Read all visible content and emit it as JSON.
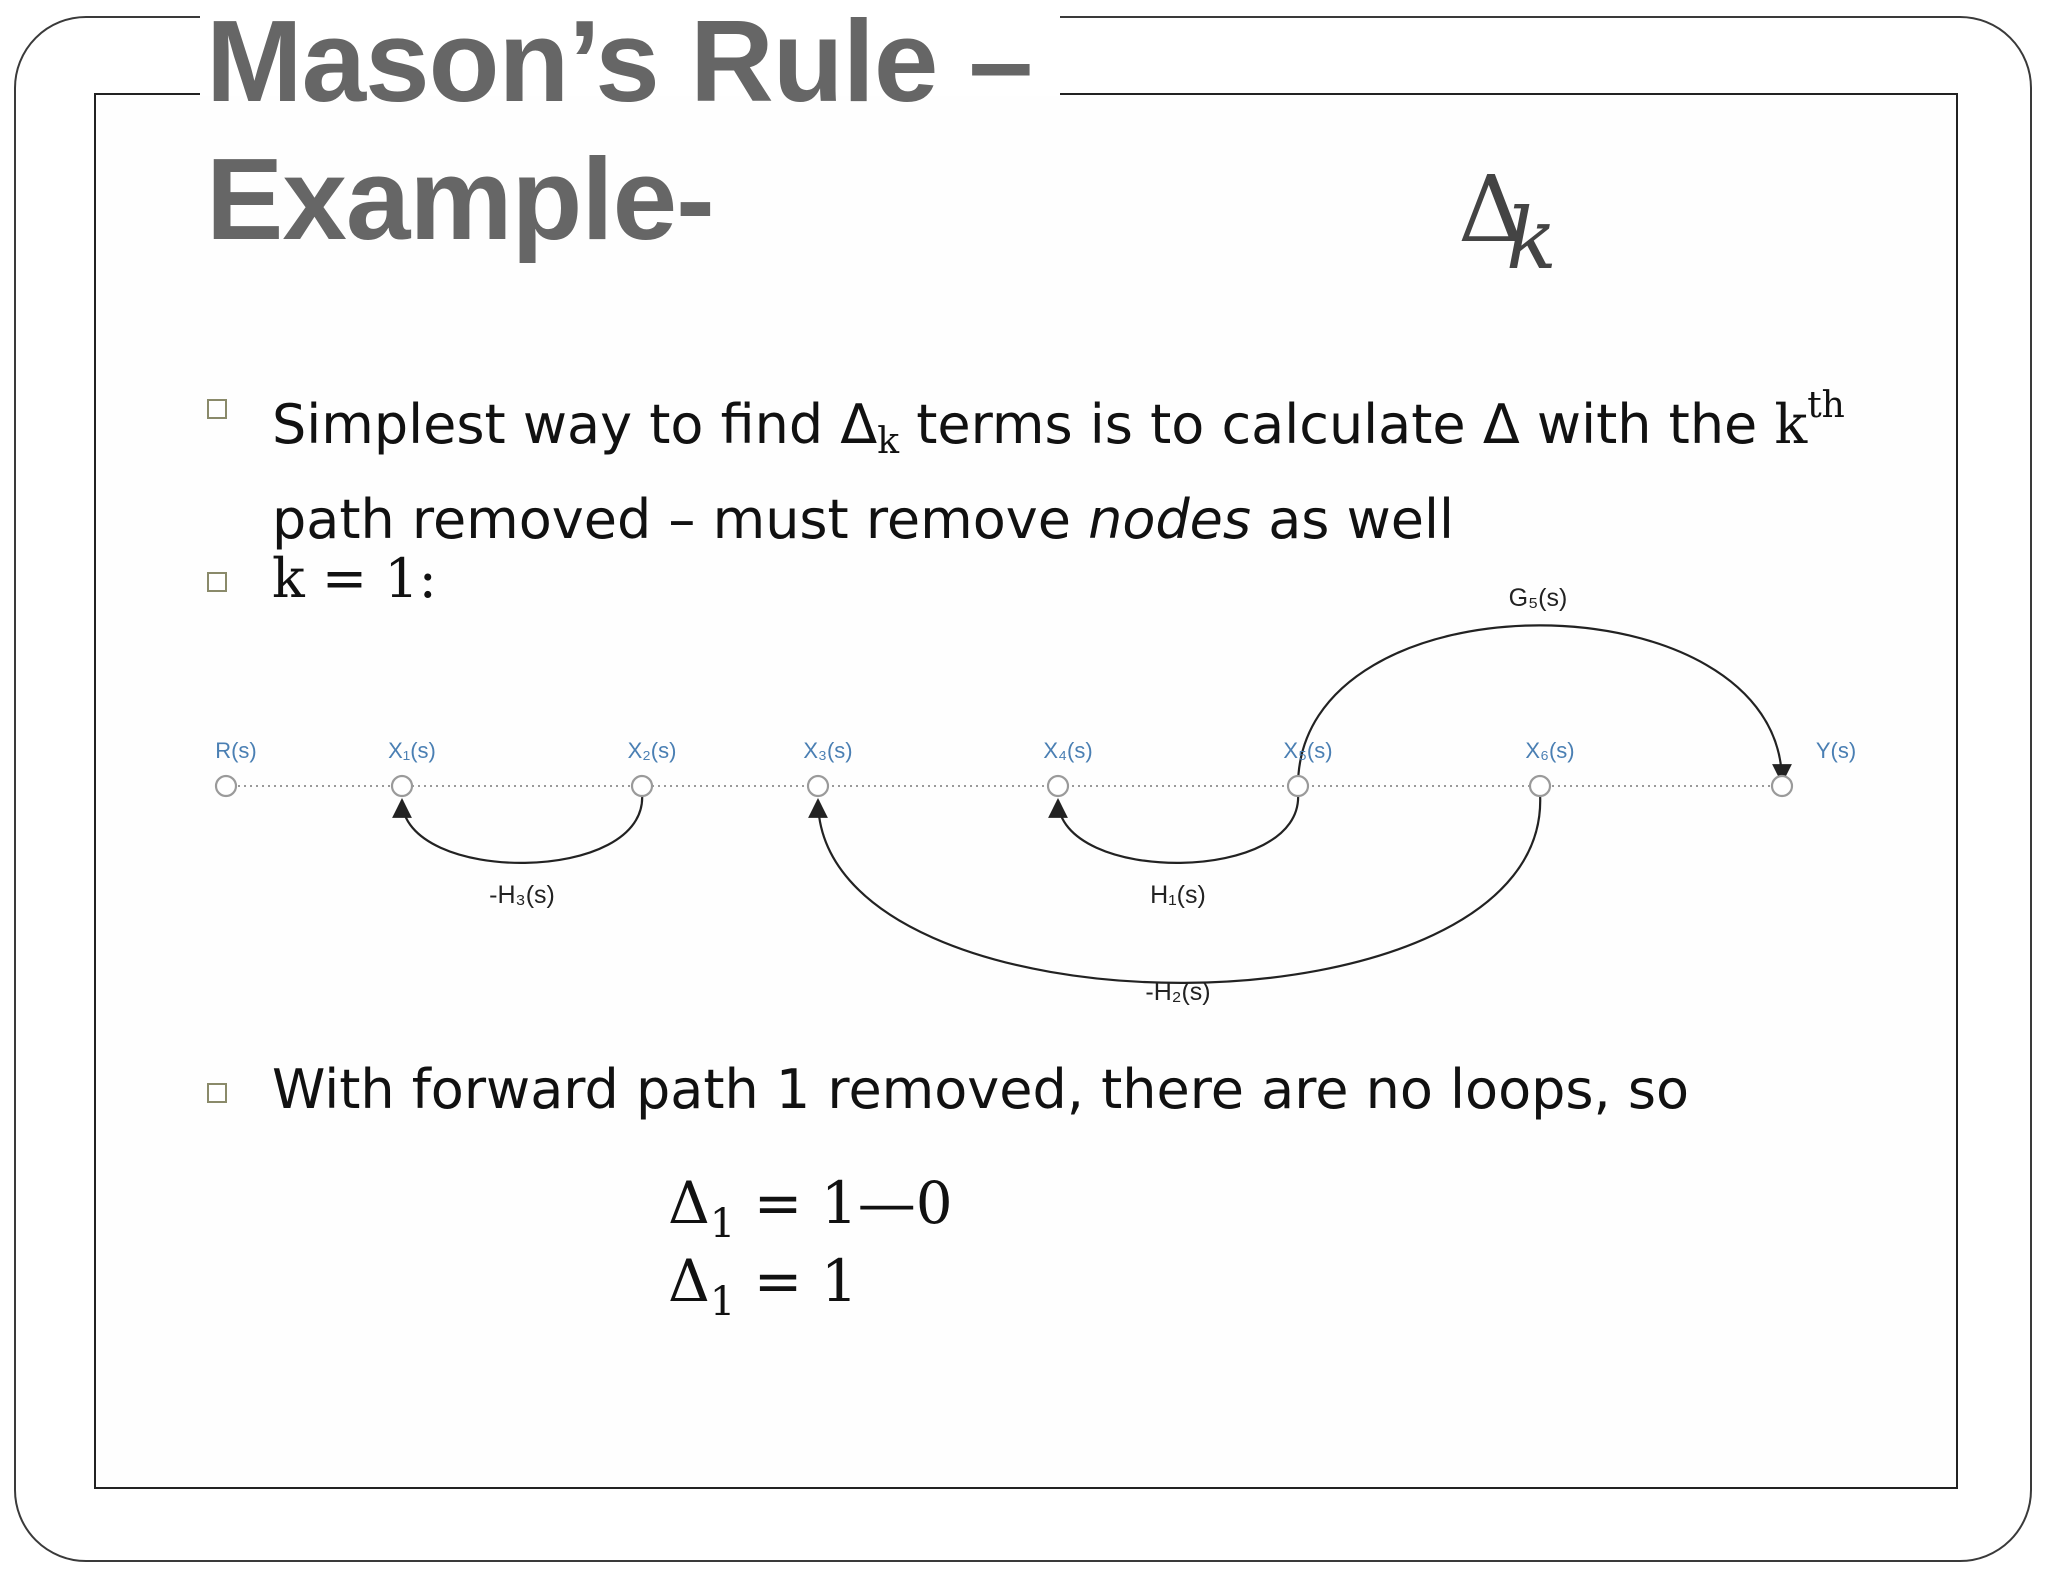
{
  "slide": {
    "title_line1": "Mason’s Rule –",
    "title_line2": "Example-",
    "corner_symbol": "Δ",
    "corner_symbol_sub": "k"
  },
  "bullets": [
    {
      "icon": "square-bullet-icon",
      "line1_pre": "Simplest way to find ",
      "delta": "Δ",
      "delta_sub": "k",
      "line1_mid": " terms is to calculate Δ with the ",
      "kth": "k",
      "kth_sup": "th",
      "line2_pre": "path removed – must remove ",
      "line2_em": "nodes",
      "line2_post": " as well"
    },
    {
      "icon": "square-bullet-icon",
      "k_label": "k",
      "equals": " = ",
      "k_value": "1:"
    },
    {
      "icon": "square-bullet-icon",
      "text": "With forward path 1 removed, there are no loops, so"
    }
  ],
  "equations": [
    {
      "lhs": "Δ",
      "lhs_sub": "1",
      "eq": " = ",
      "rhs": "1—0"
    },
    {
      "lhs": "Δ",
      "lhs_sub": "1",
      "eq": " = ",
      "rhs": "1"
    }
  ],
  "signal_flow_graph": {
    "nodes": [
      {
        "id": "R",
        "label": "R(s)"
      },
      {
        "id": "X1",
        "label": "X₁(s)"
      },
      {
        "id": "X2",
        "label": "X₂(s)"
      },
      {
        "id": "X3",
        "label": "X₃(s)"
      },
      {
        "id": "X4",
        "label": "X₄(s)"
      },
      {
        "id": "X5",
        "label": "X₅(s)"
      },
      {
        "id": "X6",
        "label": "X₆(s)"
      },
      {
        "id": "Y",
        "label": "Y(s)"
      }
    ],
    "branches": [
      {
        "from": "X5",
        "to": "Y",
        "label": "G₅(s)"
      },
      {
        "from": "X2",
        "to": "X1",
        "label": "-H₃(s)"
      },
      {
        "from": "X5",
        "to": "X4",
        "label": "H₁(s)"
      },
      {
        "from": "X6",
        "to": "X3",
        "label": "-H₂(s)"
      }
    ],
    "colors": {
      "node_label": "#4a7fb3",
      "edge": "#222222",
      "removed_path": "#9a9a9a"
    }
  }
}
